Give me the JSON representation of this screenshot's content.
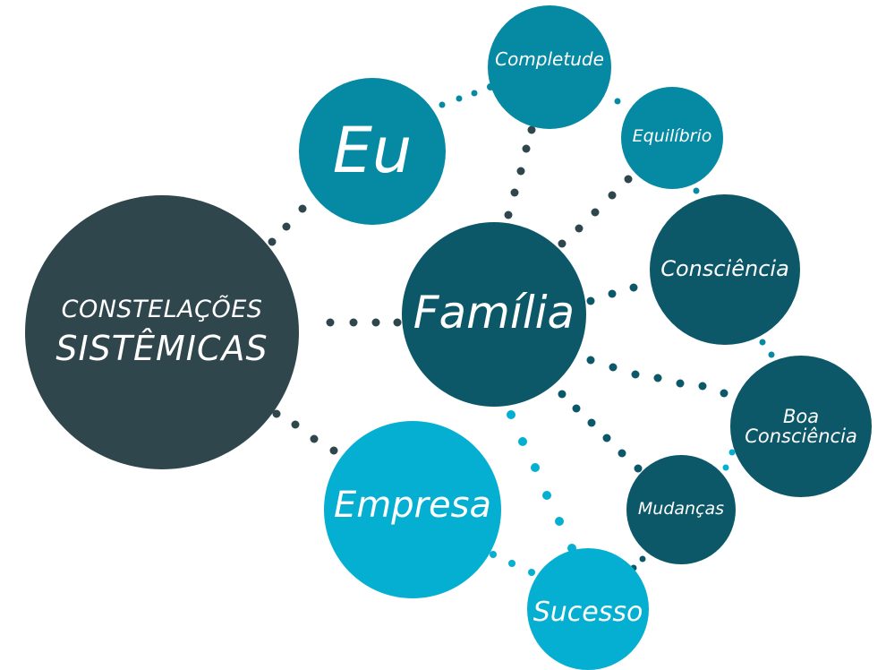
{
  "diagram": {
    "title": "Constelações Sistêmicas",
    "colors": {
      "background": "#ffffff",
      "root": "#2e464c",
      "teal": "#0689a3",
      "dark_teal": "#0c5868",
      "cyan": "#05afd1",
      "dot_dark": "#2e464c",
      "dot_teal": "#0c5868",
      "dot_cyan": "#05afd1"
    },
    "nodes": {
      "constelacoes": {
        "line1": "CONSTELAÇÕES",
        "line2": "SISTÊMICAS"
      },
      "eu": {
        "label": "Eu"
      },
      "completude": {
        "label": "Completude"
      },
      "equilibrio": {
        "label": "Equilíbrio"
      },
      "familia": {
        "label": "Família"
      },
      "consciencia": {
        "label": "Consciência"
      },
      "boa_consciencia": {
        "line1": "Boa",
        "line2": "Consciência"
      },
      "mudancas": {
        "label": "Mudanças"
      },
      "empresa": {
        "label": "Empresa"
      },
      "sucesso": {
        "label": "Sucesso"
      }
    },
    "connections": [
      {
        "from": "Constelações Sistêmicas",
        "to": "Eu",
        "style": "dotted-dark"
      },
      {
        "from": "Constelações Sistêmicas",
        "to": "Família",
        "style": "dotted-dark"
      },
      {
        "from": "Constelações Sistêmicas",
        "to": "Empresa",
        "style": "dotted-dark"
      },
      {
        "from": "Eu",
        "to": "Completude",
        "style": "dotted-teal"
      },
      {
        "from": "Completude",
        "to": "Equilíbrio",
        "style": "dotted-teal"
      },
      {
        "from": "Equilíbrio",
        "to": "Consciência",
        "style": "dotted-teal"
      },
      {
        "from": "Consciência",
        "to": "Boa Consciência",
        "style": "dotted-teal"
      },
      {
        "from": "Família",
        "to": "Completude",
        "style": "dotted-dark"
      },
      {
        "from": "Família",
        "to": "Equilíbrio",
        "style": "dotted-dark"
      },
      {
        "from": "Família",
        "to": "Consciência",
        "style": "dotted-teal"
      },
      {
        "from": "Família",
        "to": "Boa Consciência",
        "style": "dotted-teal"
      },
      {
        "from": "Família",
        "to": "Mudanças",
        "style": "dotted-teal"
      },
      {
        "from": "Família",
        "to": "Sucesso",
        "style": "dotted-cyan"
      },
      {
        "from": "Empresa",
        "to": "Sucesso",
        "style": "dotted-cyan"
      },
      {
        "from": "Boa Consciência",
        "to": "Mudanças",
        "style": "dotted-cyan"
      },
      {
        "from": "Mudanças",
        "to": "Sucesso",
        "style": "dotted-teal"
      }
    ]
  }
}
